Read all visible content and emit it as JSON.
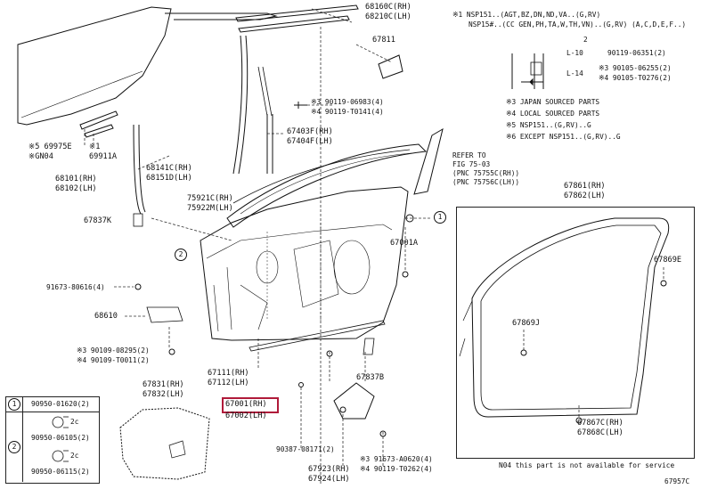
{
  "notes": {
    "n1a": "※1 NSP151..(AGT,BZ,DN,ND,VA..(G,RV)",
    "n1b": "NSP15#..(CC GEN,PH,TA,W,TH,VN)..(G,RV) (A,C,D,E,F..)",
    "n3": "※3 JAPAN SOURCED PARTS",
    "n4": "※4 LOCAL SOURCED PARTS",
    "n5": "※5 NSP151..(G,RV)..G",
    "n6": "※6 EXCEPT NSP151..(G,RV)..G"
  },
  "inset": {
    "circle_num": "2",
    "l10": "L-10",
    "l10_part": "90119-06351(2)",
    "l14": "L-14",
    "l14_part3": "※3 90105-06255(2)",
    "l14_part4": "※4 90105-T0276(2)"
  },
  "refer": {
    "line1": "REFER TO",
    "line2": "FIG 75-03",
    "line3": "(PNC 75755C(RH))",
    "line4": "(PNC 75756C(LH))"
  },
  "labels": {
    "p68160": "68160C(RH)",
    "p68210": "68210C(LH)",
    "p67811": "67811",
    "p90119a": "※3 90119-06983(4)",
    "p90119b": "※4 90119-T0141(4)",
    "p67403": "67403F(RH)",
    "p67404": "67404F(LH)",
    "p69975": "※5 69975E",
    "p69911a": "※1",
    "p69911b": "69911A",
    "pGN04": "※GN04",
    "p68101": "68101(RH)",
    "p68102": "68102(LH)",
    "p68141": "68141C(RH)",
    "p68151": "68151D(LH)",
    "p75921": "75921C(RH)",
    "p75922": "75922M(LH)",
    "p67837k": "67837K",
    "p67001a": "67001A",
    "p91673": "91673-80616(4)",
    "p68610": "68610",
    "p90109a": "※3 90109-08295(2)",
    "p90109b": "※4 90109-T0011(2)",
    "p67111": "67111(RH)",
    "p67112": "67112(LH)",
    "p67837b": "67837B",
    "p67831": "67831(RH)",
    "p67832": "67832(LH)",
    "p67001": "67001(RH)",
    "p67002": "67002(LH)",
    "p90387": "90387-08171(2)",
    "p91673b": "※3 91673-A0620(4)",
    "p90119c": "※4 90119-T0262(4)",
    "p67923": "67923(RH)",
    "p67924": "67924(LH)",
    "p67861": "67861(RH)",
    "p67862": "67862(LH)",
    "p67869e": "67869E",
    "p67869j": "67869J",
    "p67867": "67867C(RH)",
    "p67868": "67868C(LH)",
    "circ1": "1",
    "circ2": "2"
  },
  "legend": {
    "r1_num": "1",
    "r1_part": "90950-01620(2)",
    "r2_num": "2",
    "r2_part_a": "90950-06105(2)",
    "r2_part_b": "90950-06115(2)",
    "r2_dim_a": "2c",
    "r2_dim_b": "2c"
  },
  "footer": {
    "note": "N04 this part is not available for service",
    "fig": "67957C"
  }
}
